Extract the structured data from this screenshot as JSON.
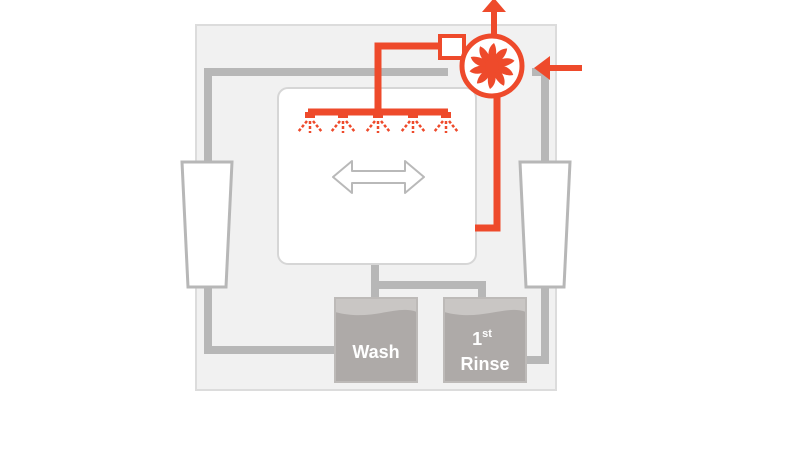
{
  "tanks": {
    "wash": {
      "label": "Wash"
    },
    "rinse": {
      "prefix": "1",
      "superscript": "st",
      "label": "Rinse"
    }
  },
  "icons": {
    "fan": "fan-icon",
    "move_arrow": "double-arrow-icon",
    "airflow_up": "arrow-up-icon",
    "airflow_in": "arrow-left-icon"
  },
  "colors": {
    "active": "#ee4a2b",
    "pipe": "#b7b7b7",
    "tank": "#aeaaa8",
    "enclosure_fill": "#f1f1f1",
    "enclosure_stroke": "#dcdcdc"
  }
}
